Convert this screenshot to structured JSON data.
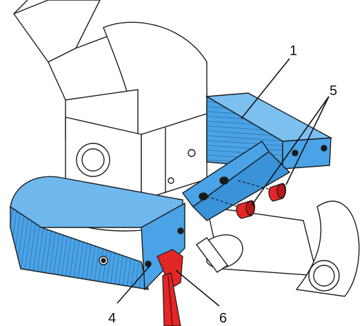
{
  "diagram": {
    "callouts": [
      {
        "id": "1",
        "text": "1"
      },
      {
        "id": "4",
        "text": "4"
      },
      {
        "id": "5",
        "text": "5"
      },
      {
        "id": "6",
        "text": "6"
      }
    ],
    "colors": {
      "handle_blue": "#4aa3e6",
      "handle_blue_dark": "#2f7fc4",
      "plug_red": "#e32626",
      "body_white": "#ffffff",
      "outline": "#1a1a1a"
    }
  }
}
